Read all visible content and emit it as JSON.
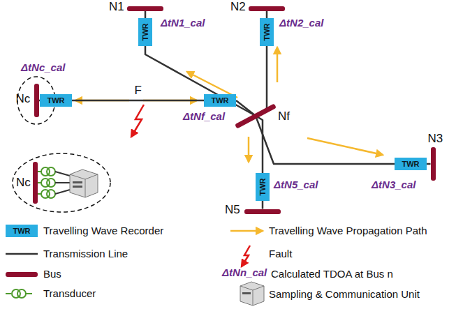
{
  "diagram": {
    "nodes": [
      {
        "text": [
          "N1"
        ]
      },
      {
        "text": [
          "TWR"
        ]
      },
      {
        "text": [
          "N2"
        ]
      },
      {
        "text": [
          "TWR"
        ]
      },
      {
        "text": [
          "Nc"
        ]
      },
      {
        "text": [
          "TWR"
        ]
      },
      {
        "text": [
          "TWR"
        ]
      },
      {
        "text": [
          "Nf"
        ]
      },
      {
        "text": [
          "TWR"
        ]
      },
      {
        "text": [
          "N3"
        ]
      },
      {
        "text": [
          "TWR"
        ]
      },
      {
        "text": [
          "N5"
        ]
      }
    ],
    "edges": [
      {
        "from": 0,
        "to": 1,
        "arrow": "none"
      },
      {
        "from": 1,
        "to": 7,
        "arrow": "none"
      },
      {
        "from": 2,
        "to": 3,
        "arrow": "none"
      },
      {
        "from": 3,
        "to": 7,
        "arrow": "none"
      },
      {
        "from": 4,
        "to": 5,
        "arrow": "none"
      },
      {
        "from": 5,
        "to": 6,
        "label": "F",
        "arrow": "none"
      },
      {
        "from": 6,
        "to": 7,
        "arrow": "none"
      },
      {
        "from": 7,
        "to": 8,
        "arrow": "none"
      },
      {
        "from": 7,
        "to": 10,
        "arrow": "none"
      },
      {
        "from": 8,
        "to": 9,
        "arrow": "none"
      },
      {
        "from": 10,
        "to": 11,
        "arrow": "none"
      }
    ],
    "labels": [
      "ΔtN1_cal",
      "ΔtN2_cal",
      "ΔtNc_cal",
      "ΔtNf_cal",
      "ΔtN3_cal",
      "ΔtN5_cal",
      "Nc",
      "TWR",
      "ΔtNn_cal"
    ],
    "legend": [
      {
        "text": "Travelling Wave Recorder"
      },
      {
        "text": "Travelling Wave Propagation Path"
      },
      {
        "text": "Transmission Line"
      },
      {
        "text": "Fault"
      },
      {
        "text": "Bus",
        "color": "#8e0f2e"
      },
      {
        "text": "Calculated TDOA at Bus n"
      },
      {
        "text": "Transducer"
      },
      {
        "text": "Sampling & Communication Unit"
      }
    ]
  }
}
